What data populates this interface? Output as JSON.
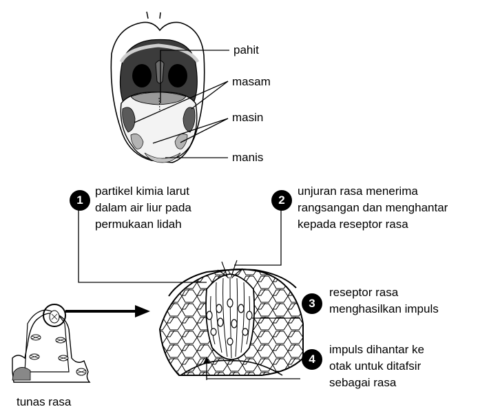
{
  "tongue_labels": {
    "pahit": "pahit",
    "masam": "masam",
    "masin": "masin",
    "manis": "manis"
  },
  "steps": [
    {
      "number": "1",
      "lines": [
        "partikel kimia larut",
        "dalam air liur pada",
        "permukaan lidah"
      ]
    },
    {
      "number": "2",
      "lines": [
        "unjuran rasa menerima",
        "rangsangan dan menghantar",
        "kepada reseptor rasa"
      ]
    },
    {
      "number": "3",
      "lines": [
        "reseptor rasa",
        "menghasilkan impuls"
      ]
    },
    {
      "number": "4",
      "lines": [
        "impuls dihantar ke",
        "otak untuk ditafsir",
        "sebagai rasa"
      ]
    }
  ],
  "tunas_label": "tunas rasa"
}
